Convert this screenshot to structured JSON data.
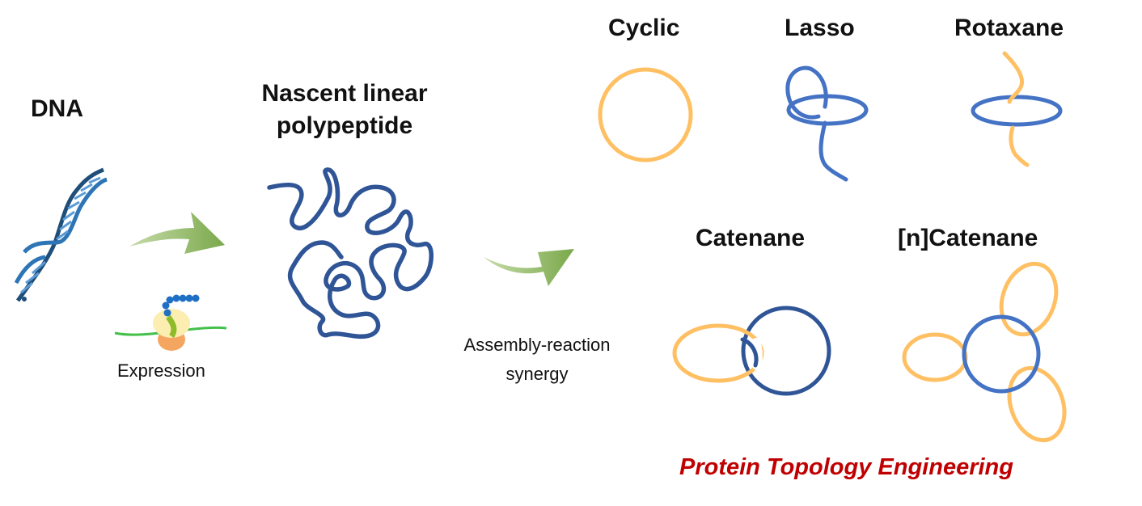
{
  "labels": {
    "dna": "DNA",
    "nascent_line1": "Nascent linear",
    "nascent_line2": "polypeptide",
    "expression": "Expression",
    "assembly_line1": "Assembly-reaction",
    "assembly_line2": "synergy",
    "cyclic": "Cyclic",
    "lasso": "Lasso",
    "rotaxane": "Rotaxane",
    "catenane": "Catenane",
    "n_catenane": "[n]Catenane",
    "footer": "Protein Topology Engineering"
  },
  "colors": {
    "blue": "#2f5597",
    "ring_blue": "#4472c4",
    "orange": "#ffc064",
    "arrow_green": "#8ab35a",
    "footer_red": "#c00000",
    "dna_blue": "#2e75b6"
  },
  "icons": [
    "dna-helix-icon",
    "ribosome-icon",
    "green-arrow-icon"
  ]
}
